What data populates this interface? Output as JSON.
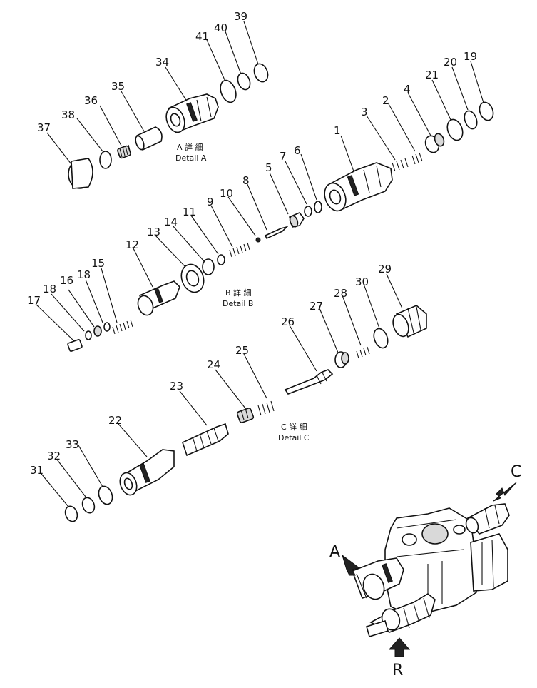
{
  "callouts": [
    "1",
    "2",
    "3",
    "4",
    "5",
    "6",
    "7",
    "8",
    "9",
    "10",
    "11",
    "12",
    "13",
    "14",
    "15",
    "16",
    "17",
    "18",
    "18",
    "19",
    "20",
    "21",
    "22",
    "23",
    "24",
    "25",
    "26",
    "27",
    "28",
    "29",
    "30",
    "31",
    "32",
    "33",
    "34",
    "35",
    "36",
    "37",
    "38",
    "39",
    "40",
    "41"
  ],
  "details": {
    "a": {
      "jp": "A 詳 細",
      "en": "Detail  A"
    },
    "b": {
      "jp": "B 詳 細",
      "en": "Detail  B"
    },
    "c": {
      "jp": "C 詳 細",
      "en": "Detail  C"
    }
  },
  "view_labels": {
    "a": "A",
    "c": "C",
    "r": "R"
  },
  "colors": {
    "ink": "#111111",
    "paper": "#ffffff"
  }
}
